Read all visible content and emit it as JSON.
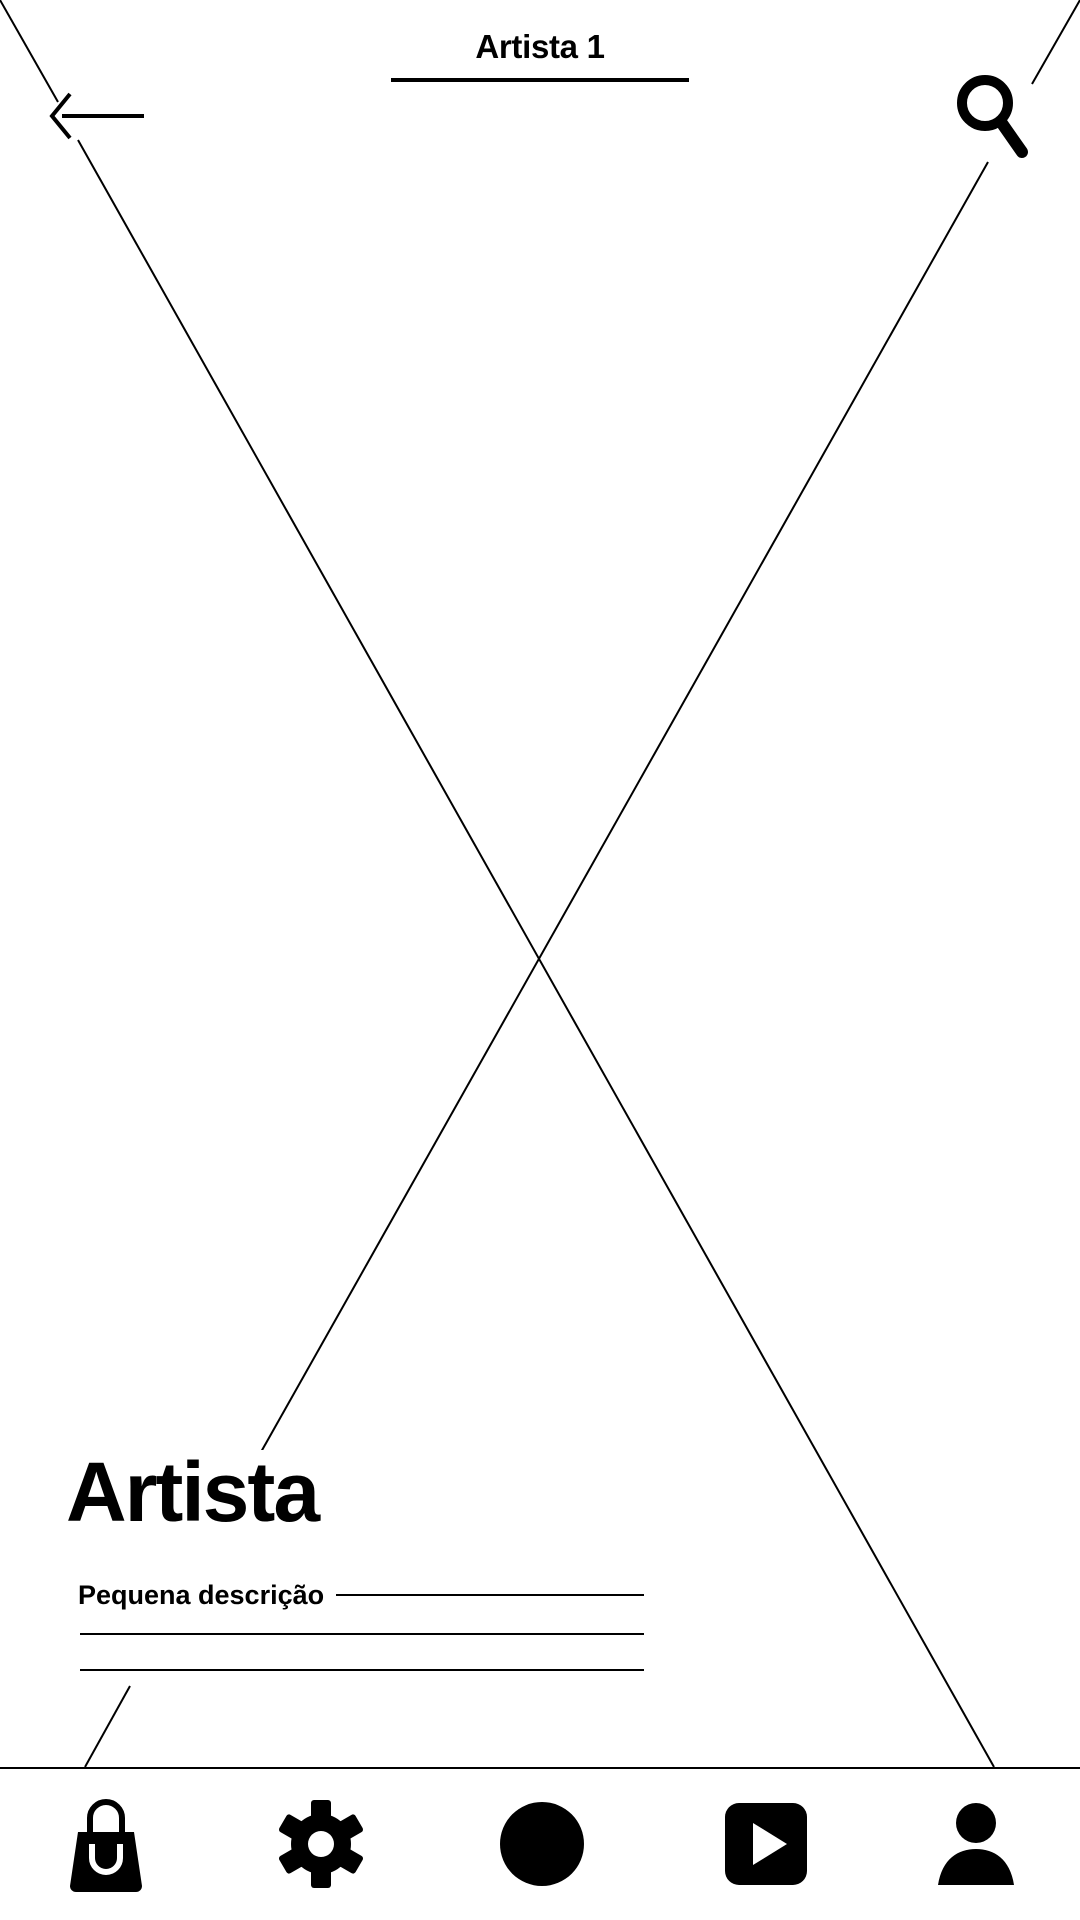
{
  "header": {
    "title": "Artista 1"
  },
  "icons": {
    "back": "arrow-left-icon",
    "search": "search-icon",
    "nav_shop": "shopping-bag-icon",
    "nav_settings": "gear-icon",
    "nav_home": "circle-icon",
    "nav_play": "play-icon",
    "nav_profile": "user-icon"
  },
  "artist": {
    "name": "Artista",
    "description": "Pequena descrição"
  },
  "colors": {
    "foreground": "#000000",
    "background": "#ffffff"
  }
}
